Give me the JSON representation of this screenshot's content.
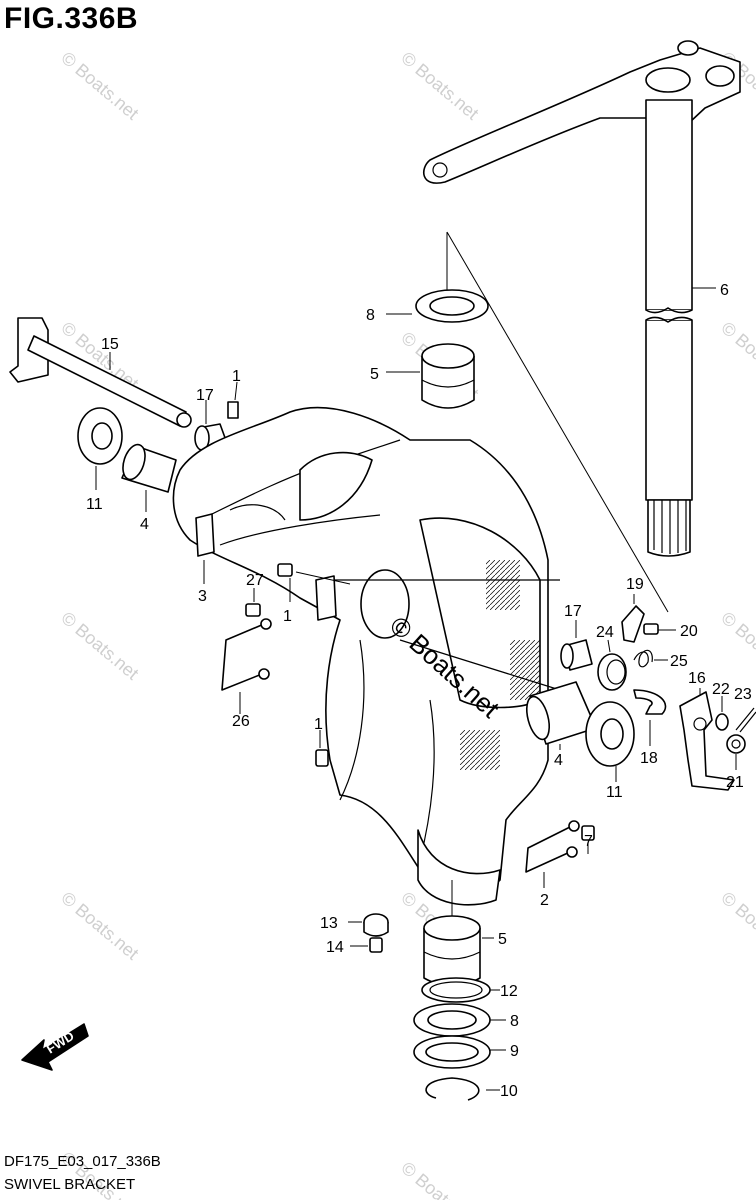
{
  "figure": {
    "title": "FIG.336B",
    "code": "DF175_E03_017_336B",
    "name": "SWIVEL BRACKET"
  },
  "watermark": {
    "text": "© Boats.net"
  },
  "fwd_label": "FWD",
  "callouts": [
    "1",
    "1",
    "1",
    "2",
    "3",
    "4",
    "4",
    "5",
    "5",
    "6",
    "7",
    "8",
    "8",
    "9",
    "10",
    "11",
    "11",
    "12",
    "13",
    "14",
    "15",
    "16",
    "17",
    "17",
    "18",
    "19",
    "20",
    "21",
    "22",
    "23",
    "24",
    "25",
    "26",
    "27"
  ]
}
